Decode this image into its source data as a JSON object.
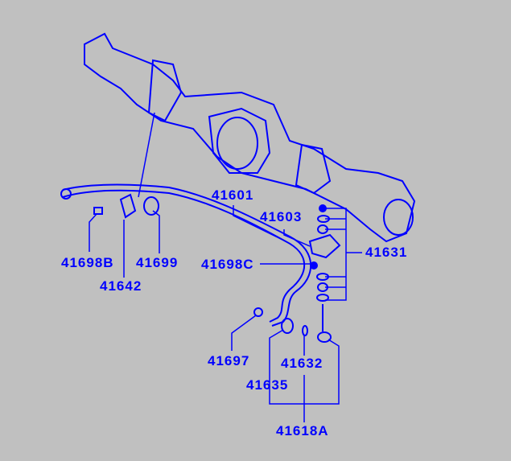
{
  "colors": {
    "background": "#c0c0c0",
    "ink": "#0000ff"
  },
  "diagram": {
    "type": "exploded parts diagram - rear stabilizer bar",
    "labels": {
      "p41601": "41601",
      "p41603": "41603",
      "p41631": "41631",
      "p41698B": "41698B",
      "p41699": "41699",
      "p41642": "41642",
      "p41698C": "41698C",
      "p41697": "41697",
      "p41632": "41632",
      "p41635": "41635",
      "p41618A": "41618A"
    }
  }
}
